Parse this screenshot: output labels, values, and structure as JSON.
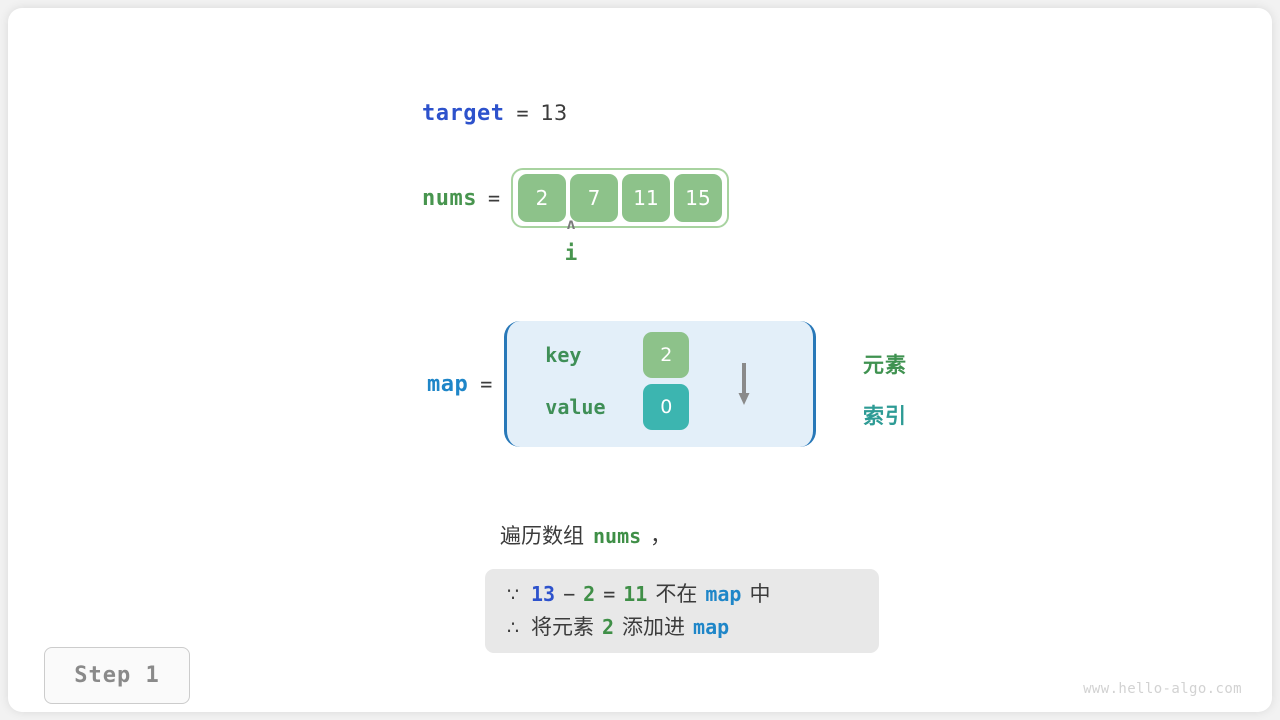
{
  "figure": {
    "title": "two-sum hash map step illustration",
    "step_badge": "Step 1",
    "watermark": "www.hello-algo.com"
  },
  "target": {
    "label": "target",
    "equals": "=",
    "value": "13"
  },
  "nums": {
    "label": "nums",
    "equals": "=",
    "cells": [
      "2",
      "7",
      "11",
      "15"
    ],
    "pointer": {
      "caret": "ʌ",
      "name": "i",
      "at_index": 0
    }
  },
  "map": {
    "label": "map",
    "equals": "=",
    "key_label": "key",
    "value_label": "value",
    "key_cell": "2",
    "value_cell": "0",
    "arrow_icon": "down-arrow-icon",
    "annotations": {
      "element": "元素",
      "index": "索引"
    }
  },
  "caption": {
    "traverse_prefix": "遍历数组",
    "traverse_code": "nums",
    "traverse_suffix": "，",
    "reason_line1": {
      "symbol": "∵",
      "a": "13",
      "minus": "−",
      "b": "2",
      "eq": "=",
      "c": "11",
      "text_mid": "不在",
      "code": "map",
      "text_end": "中"
    },
    "reason_line2": {
      "symbol": "∴",
      "text_start": "将元素",
      "num": "2",
      "text_mid": "添加进",
      "code": "map"
    }
  },
  "colors": {
    "green": "#3f8f47",
    "light_green": "#8dc28a",
    "teal": "#3cb5b0",
    "blue": "#1f86c8",
    "indigo": "#2d52cc",
    "map_bg": "#e3eff9",
    "map_border": "#2878b8",
    "reason_bg": "#e8e8e8",
    "gray_text": "#8a8a8a"
  }
}
